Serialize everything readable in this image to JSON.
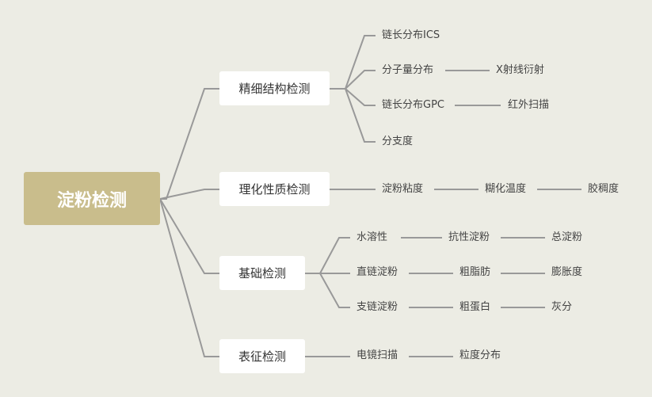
{
  "root": {
    "label": "淀粉检测"
  },
  "branches": [
    {
      "label": "精细结构检测",
      "children": [
        {
          "label": "链长分布ICS"
        },
        {
          "label": "分子量分布",
          "next": "X射线衍射"
        },
        {
          "label": "链长分布GPC",
          "next": "红外扫描"
        },
        {
          "label": "分支度"
        }
      ]
    },
    {
      "label": "理化性质检测",
      "chain": [
        "淀粉粘度",
        "糊化温度",
        "胶稠度"
      ]
    },
    {
      "label": "基础检测",
      "rows": [
        [
          "水溶性",
          "抗性淀粉",
          "总淀粉"
        ],
        [
          "直链淀粉",
          "粗脂肪",
          "膨胀度"
        ],
        [
          "支链淀粉",
          "粗蛋白",
          "灰分"
        ]
      ]
    },
    {
      "label": "表征检测",
      "chain": [
        "电镜扫描",
        "粒度分布"
      ]
    }
  ],
  "colors": {
    "background": "#ecece4",
    "root": "#c9bd8c",
    "line": "#999999",
    "node": "#ffffff"
  }
}
